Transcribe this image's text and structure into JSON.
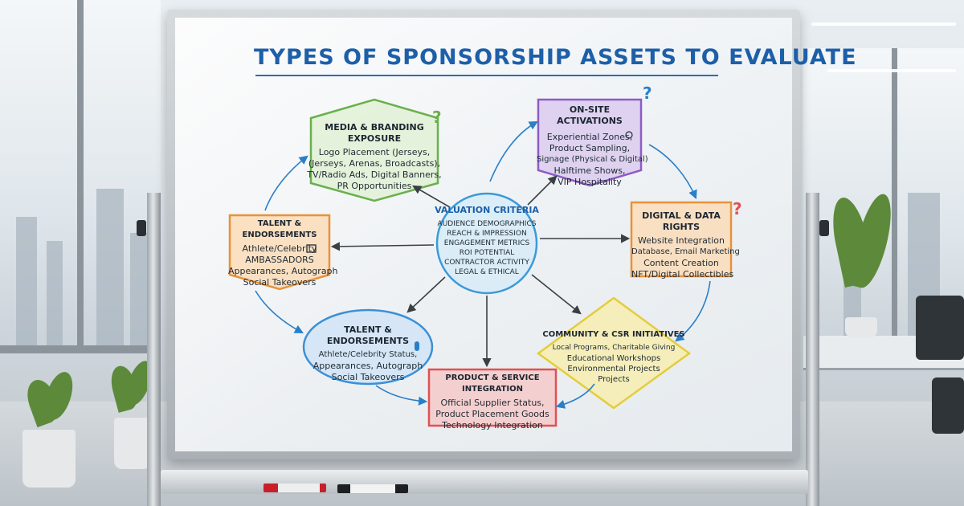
{
  "diagram": {
    "title": "TYPES OF SPONSORSHIP ASSETS TO EVALUATE",
    "center": {
      "title": "VALUATION CRITERIA",
      "lines": [
        "AUDIENCE DEMOGRAPHICS",
        "REACH & IMPRESSION",
        "ENGAGEMENT METRICS",
        "ROI POTENTIAL",
        "CONTRACTOR ACTIVITY",
        "LEGAL & ETHICAL"
      ]
    },
    "nodes": {
      "media": {
        "title": "MEDIA & BRANDING EXPOSURE",
        "lines": [
          "Logo Placement (Jerseys,",
          "(Jerseys, Arenas, Broadcasts),",
          "TV/Radio Ads, Digital Banners,",
          "PR Opportunities"
        ],
        "color": "#6ab04c"
      },
      "onsite": {
        "title": "ON-SITE ACTIVATIONS",
        "lines": [
          "Experiential Zones,",
          "Product Sampling,",
          "Signage (Physical & Digital)",
          "Halftime Shows,",
          "VIP Hospitality"
        ],
        "color": "#8e5bc7"
      },
      "talent_top": {
        "title": "TALENT & ENDORSEMENTS",
        "lines": [
          "Athlete/Celebrity",
          "AMBASSADORS",
          "Appearances, Autograph",
          "Social Takeovers"
        ],
        "color": "#e8923a"
      },
      "digital": {
        "title": "DIGITAL & DATA RIGHTS",
        "lines": [
          "Website Integration",
          "Database, Email Marketing",
          "Content Creation",
          "NFT/Digital Collectibles"
        ],
        "color": "#e8923a"
      },
      "talent_bottom": {
        "title": "TALENT & ENDORSEMENTS",
        "lines": [
          "Athlete/Celebrity Status,",
          "Appearances, Autograph",
          "Social Takeovers"
        ],
        "color": "#3c8fd6"
      },
      "community": {
        "title": "COMMUNITY & CSR INITIATIVES",
        "lines": [
          "Local Programs, Charitable Giving",
          "Educational Workshops",
          "Environmental Projects",
          "Projects"
        ],
        "color": "#e3cd3c"
      },
      "product": {
        "title": "PRODUCT & SERVICE INTEGRATION",
        "lines": [
          "Official Supplier Status,",
          "Product Placement Goods",
          "Technology Integration"
        ],
        "color": "#e05252"
      }
    },
    "question_mark": "?",
    "colors": {
      "title": "#1d5fa8",
      "arrow": "#2a7fc9",
      "center": "#3a9ad9"
    }
  }
}
